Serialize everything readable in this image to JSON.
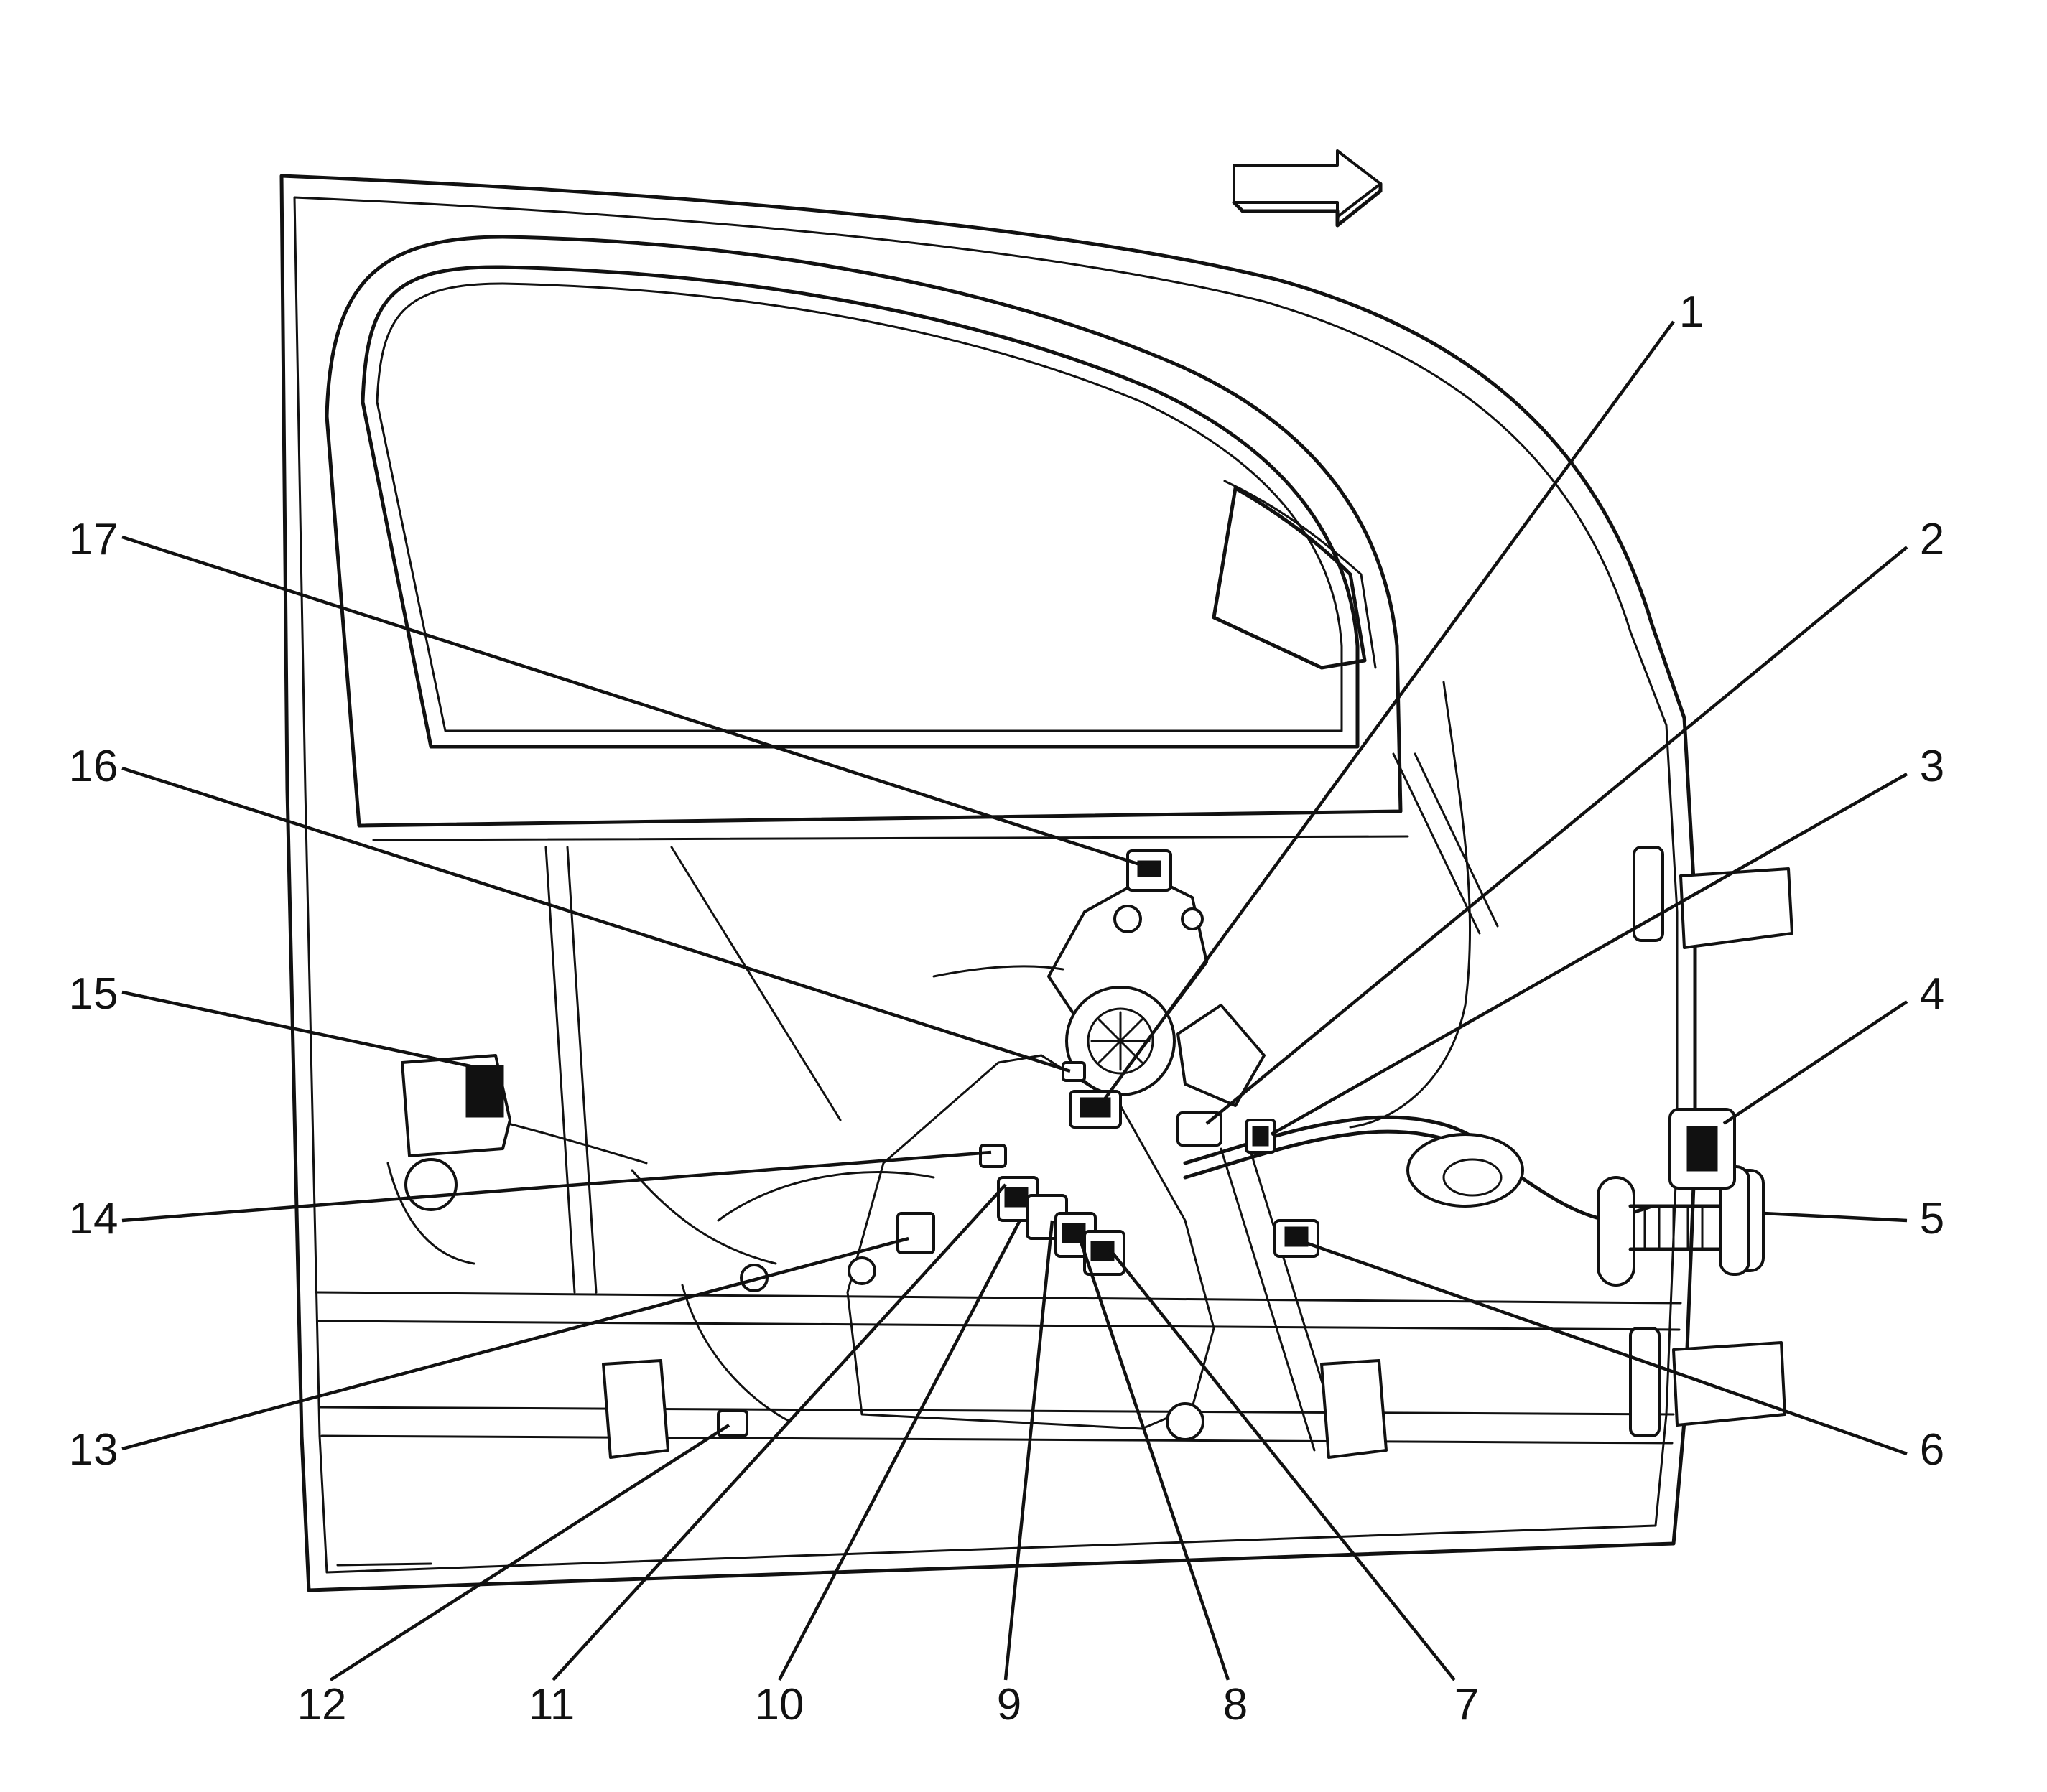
{
  "callouts": [
    "1",
    "2",
    "3",
    "4",
    "5",
    "6",
    "7",
    "8",
    "9",
    "10",
    "11",
    "12",
    "13",
    "14",
    "15",
    "16",
    "17"
  ],
  "icons": {
    "direction_arrow": "arrow-right-icon"
  }
}
